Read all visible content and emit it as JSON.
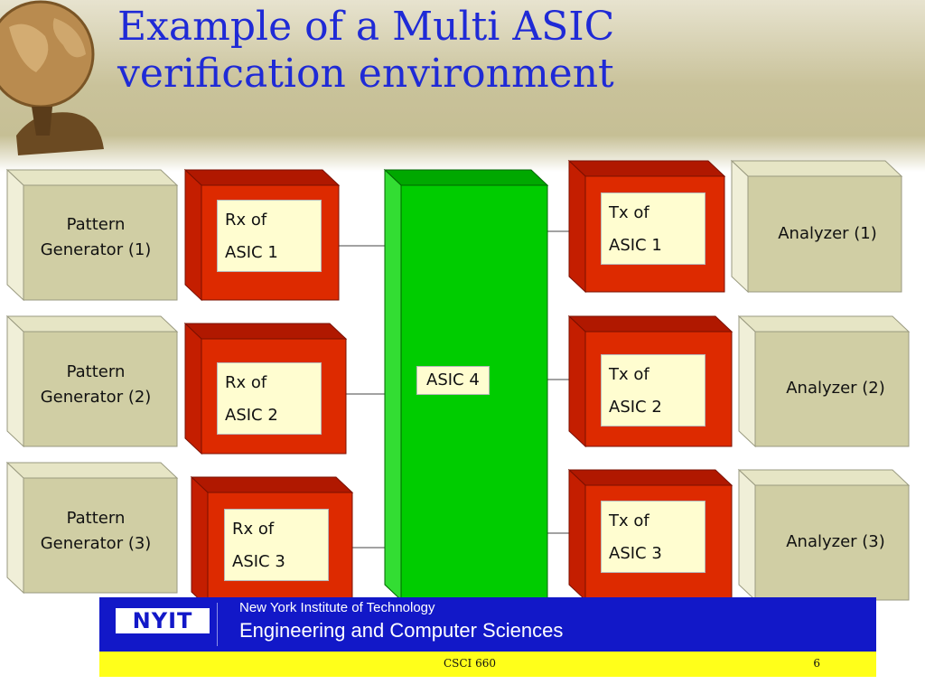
{
  "slide": {
    "title_line1": "Example of a Multi ASIC",
    "title_line2": "verification environment"
  },
  "diagram": {
    "generators": [
      {
        "line1": "Pattern",
        "line2": "Generator (1)"
      },
      {
        "line1": "Pattern",
        "line2": "Generator (2)"
      },
      {
        "line1": "Pattern",
        "line2": "Generator (3)"
      }
    ],
    "receivers": [
      {
        "line1": "Rx of",
        "line2": "ASIC 1"
      },
      {
        "line1": "Rx of",
        "line2": "ASIC 2"
      },
      {
        "line1": "Rx of",
        "line2": "ASIC 3"
      }
    ],
    "center": {
      "label": "ASIC 4"
    },
    "transmitters": [
      {
        "line1": "Tx of",
        "line2": "ASIC 1"
      },
      {
        "line1": "Tx of",
        "line2": "ASIC 2"
      },
      {
        "line1": "Tx of",
        "line2": "ASIC 3"
      }
    ],
    "analyzers": [
      {
        "label": "Analyzer (1)"
      },
      {
        "label": "Analyzer (2)"
      },
      {
        "label": "Analyzer (3)"
      }
    ],
    "colors": {
      "gray_box": "#d0cea4",
      "red_box": "#dd2a00",
      "label_fill": "#fffdd0",
      "green_box": "#00cc00",
      "footer_blue": "#1218c8",
      "footer_yellow": "#ffff1a",
      "title_blue": "#1f2ad6"
    }
  },
  "footer": {
    "logo_text": "NYIT",
    "institute": "New York Institute of Technology",
    "department": "Engineering and Computer Sciences",
    "course": "CSCI 660",
    "page": "6"
  }
}
